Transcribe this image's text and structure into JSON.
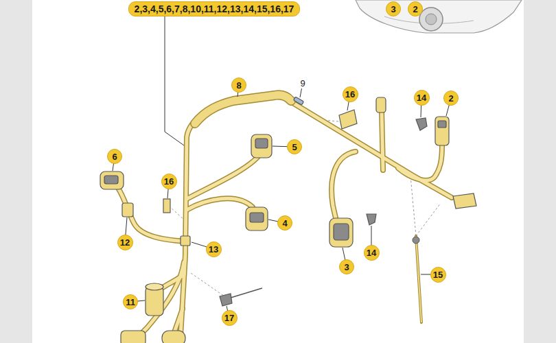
{
  "diagram": {
    "labels": [
      "2,3,4,5,6,7,8,10,11,12,13,14,15,16,17",
      "3",
      "2",
      "8",
      "9",
      "16",
      "14",
      "2",
      "6",
      "5",
      "16",
      "4",
      "12",
      "13",
      "3",
      "14",
      "15",
      "11",
      "17"
    ]
  }
}
